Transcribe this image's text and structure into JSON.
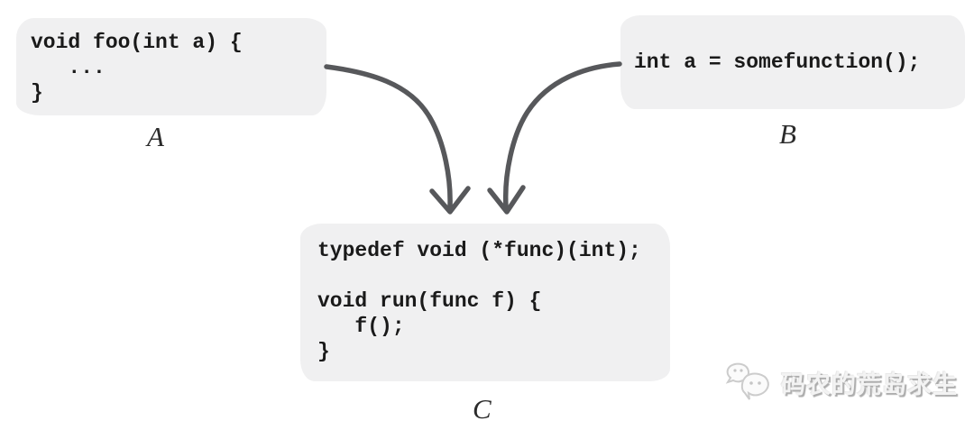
{
  "diagram": {
    "background_color": "#ffffff",
    "box_fill_color": "#f0f0f1",
    "code_text_color": "#1a1a1a",
    "arrow_color": "#57585b",
    "label_color": "#2b2b2b",
    "watermark_color": "#c9c9c9"
  },
  "boxes": {
    "a": {
      "label": "A",
      "lines": [
        "void foo(int a) {",
        "   ...",
        "}"
      ]
    },
    "b": {
      "label": "B",
      "lines": [
        "int a = somefunction();"
      ]
    },
    "c": {
      "label": "C",
      "lines": [
        "typedef void (*func)(int);",
        "",
        "void run(func f) {",
        "   f();",
        "}"
      ]
    }
  },
  "arrows": [
    {
      "from": "A",
      "to": "C"
    },
    {
      "from": "B",
      "to": "C"
    }
  ],
  "watermark": {
    "text": "码农的荒岛求生",
    "icon": "wechat-chat-bubbles-icon"
  }
}
